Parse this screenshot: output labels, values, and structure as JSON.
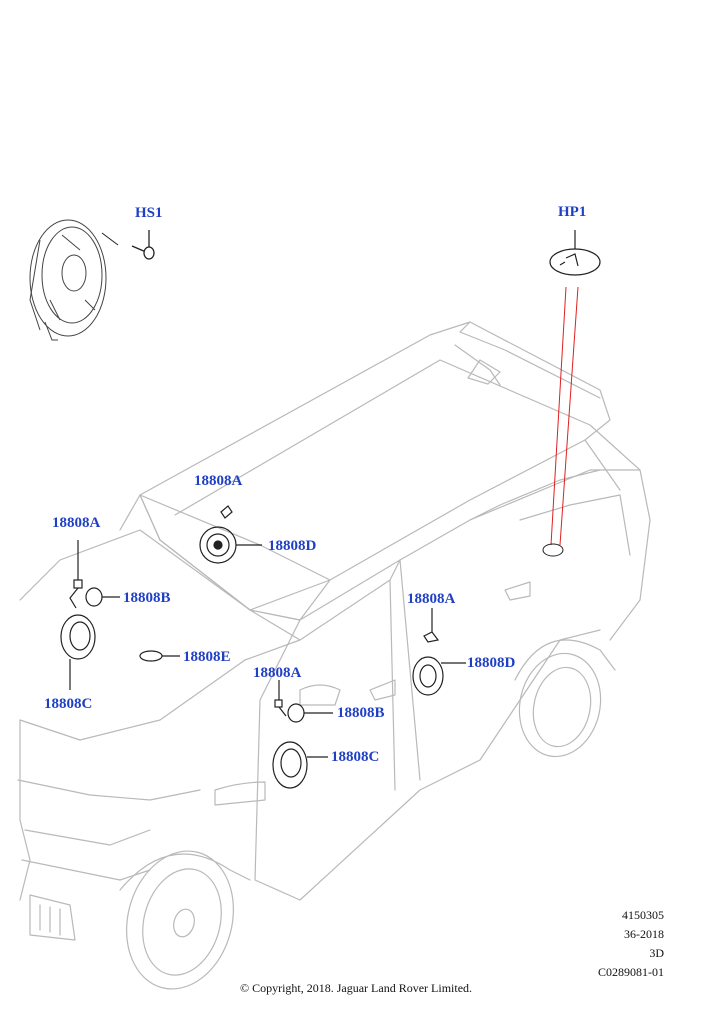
{
  "callouts": {
    "hs1": "HS1",
    "hp1": "HP1",
    "a_roof": "18808A",
    "d_roof": "18808D",
    "a_left": "18808A",
    "b_left": "18808B",
    "e_dash": "18808E",
    "c_left": "18808C",
    "a_front_door": "18808A",
    "b_front_door": "18808B",
    "c_front_door": "18808C",
    "a_rear_door": "18808A",
    "d_rear_door": "18808D"
  },
  "meta": {
    "ref_number": "4150305",
    "date_code": "36-2018",
    "view": "3D",
    "drawing_id": "C0289081-01"
  },
  "copyright": "© Copyright, 2018. Jaguar Land Rover Limited.",
  "colors": {
    "callout": "#1f3fc4",
    "leader_red": "#e02020",
    "outline": "#b9b9b9"
  }
}
